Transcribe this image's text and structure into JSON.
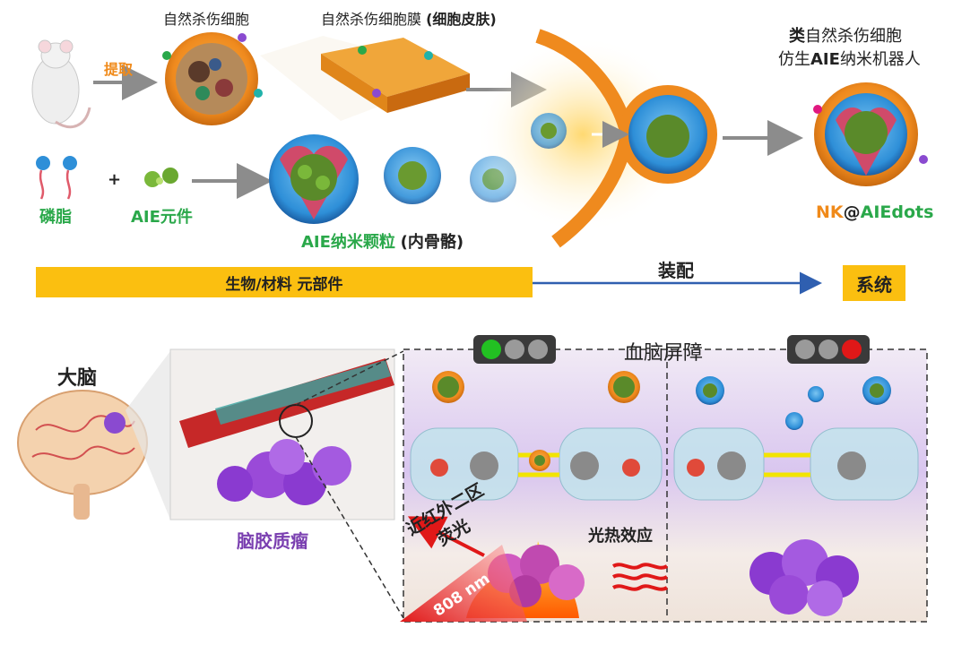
{
  "top": {
    "nk_cell": "自然杀伤细胞",
    "extract": "提取",
    "nk_membrane": "自然杀伤细胞膜",
    "cell_skin": "(细胞皮肤)",
    "product_line1_a": "类",
    "product_line1_b": "自然杀伤细胞",
    "product_line2_a": "仿生",
    "product_line2_b": "AIE",
    "product_line2_c": "纳米机器人",
    "phospholipid": "磷脂",
    "plus": "+",
    "aie_unit": "AIE元件",
    "aie_nanoparticle": "AIE纳米颗粒",
    "endoskeleton": "(内骨骼)",
    "nk_prefix": "NK",
    "at_sign": "@",
    "aiedots": "AIEdots"
  },
  "flow": {
    "components": "生物/材料 元部件",
    "assembly": "装配",
    "system": "系统"
  },
  "bottom": {
    "brain": "大脑",
    "glioma": "脑胶质瘤",
    "bbb": "血脑屏障",
    "nir_line1": "近红外二区",
    "nir_line2": "荧光",
    "wavelength": "808 nm",
    "photothermal": "光热效应"
  },
  "colors": {
    "green_text": "#2aa84a",
    "orange_text": "#f08a1a",
    "purple_text": "#7a3fb0",
    "flow_bar": "#fbbf10",
    "arrow_blue": "#2f5fb0"
  }
}
